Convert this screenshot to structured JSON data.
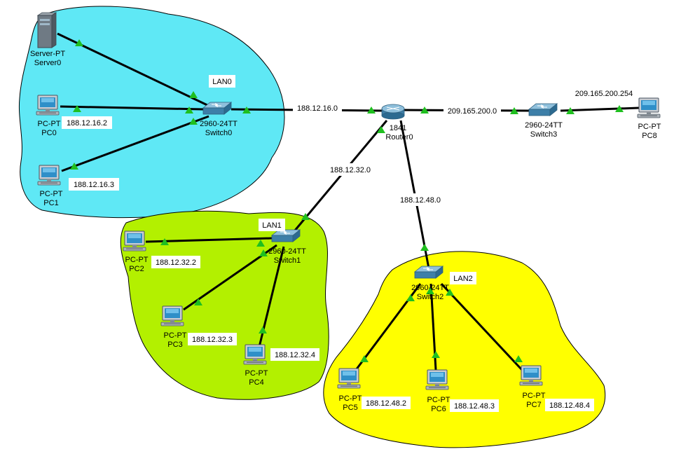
{
  "colors": {
    "lan0": "#5fe8f5",
    "lan1": "#b3f000",
    "lan2": "#ffff00",
    "link": "#000000",
    "link_light": "#1fbf1f"
  },
  "lans": {
    "lan0": "LAN0",
    "lan1": "LAN1",
    "lan2": "LAN2"
  },
  "devices": {
    "server0": {
      "type": "Server-PT",
      "name": "Server0",
      "icon": "server-icon"
    },
    "pc0": {
      "type": "PC-PT",
      "name": "PC0",
      "ip": "188.12.16.2",
      "icon": "pc-icon"
    },
    "pc1": {
      "type": "PC-PT",
      "name": "PC1",
      "ip": "188.12.16.3",
      "icon": "pc-icon"
    },
    "switch0": {
      "type": "2960-24TT",
      "name": "Switch0",
      "icon": "switch-icon"
    },
    "router0": {
      "type": "1841",
      "name": "Router0",
      "icon": "router-icon"
    },
    "switch3": {
      "type": "2960-24TT",
      "name": "Switch3",
      "icon": "switch-icon"
    },
    "pc8": {
      "type": "PC-PT",
      "name": "PC8",
      "ip": "209.165.200.254",
      "icon": "pc-icon"
    },
    "switch1": {
      "type": "2960-24TT",
      "name": "Switch1",
      "icon": "switch-icon"
    },
    "pc2": {
      "type": "PC-PT",
      "name": "PC2",
      "ip": "188.12.32.2",
      "icon": "pc-icon"
    },
    "pc3": {
      "type": "PC-PT",
      "name": "PC3",
      "ip": "188.12.32.3",
      "icon": "pc-icon"
    },
    "pc4": {
      "type": "PC-PT",
      "name": "PC4",
      "ip": "188.12.32.4",
      "icon": "pc-icon"
    },
    "switch2": {
      "type": "2960-24TT",
      "name": "Switch2",
      "icon": "switch-icon"
    },
    "pc5": {
      "type": "PC-PT",
      "name": "PC5",
      "ip": "188.12.48.2",
      "icon": "pc-icon"
    },
    "pc6": {
      "type": "PC-PT",
      "name": "PC6",
      "ip": "188.12.48.3",
      "icon": "pc-icon"
    },
    "pc7": {
      "type": "PC-PT",
      "name": "PC7",
      "ip": "188.12.48.4",
      "icon": "pc-icon"
    }
  },
  "networks": {
    "lan0_net": "188.12.16.0",
    "lan1_net": "188.12.32.0",
    "lan2_net": "188.12.48.0",
    "wan_net": "209.165.200.0"
  }
}
